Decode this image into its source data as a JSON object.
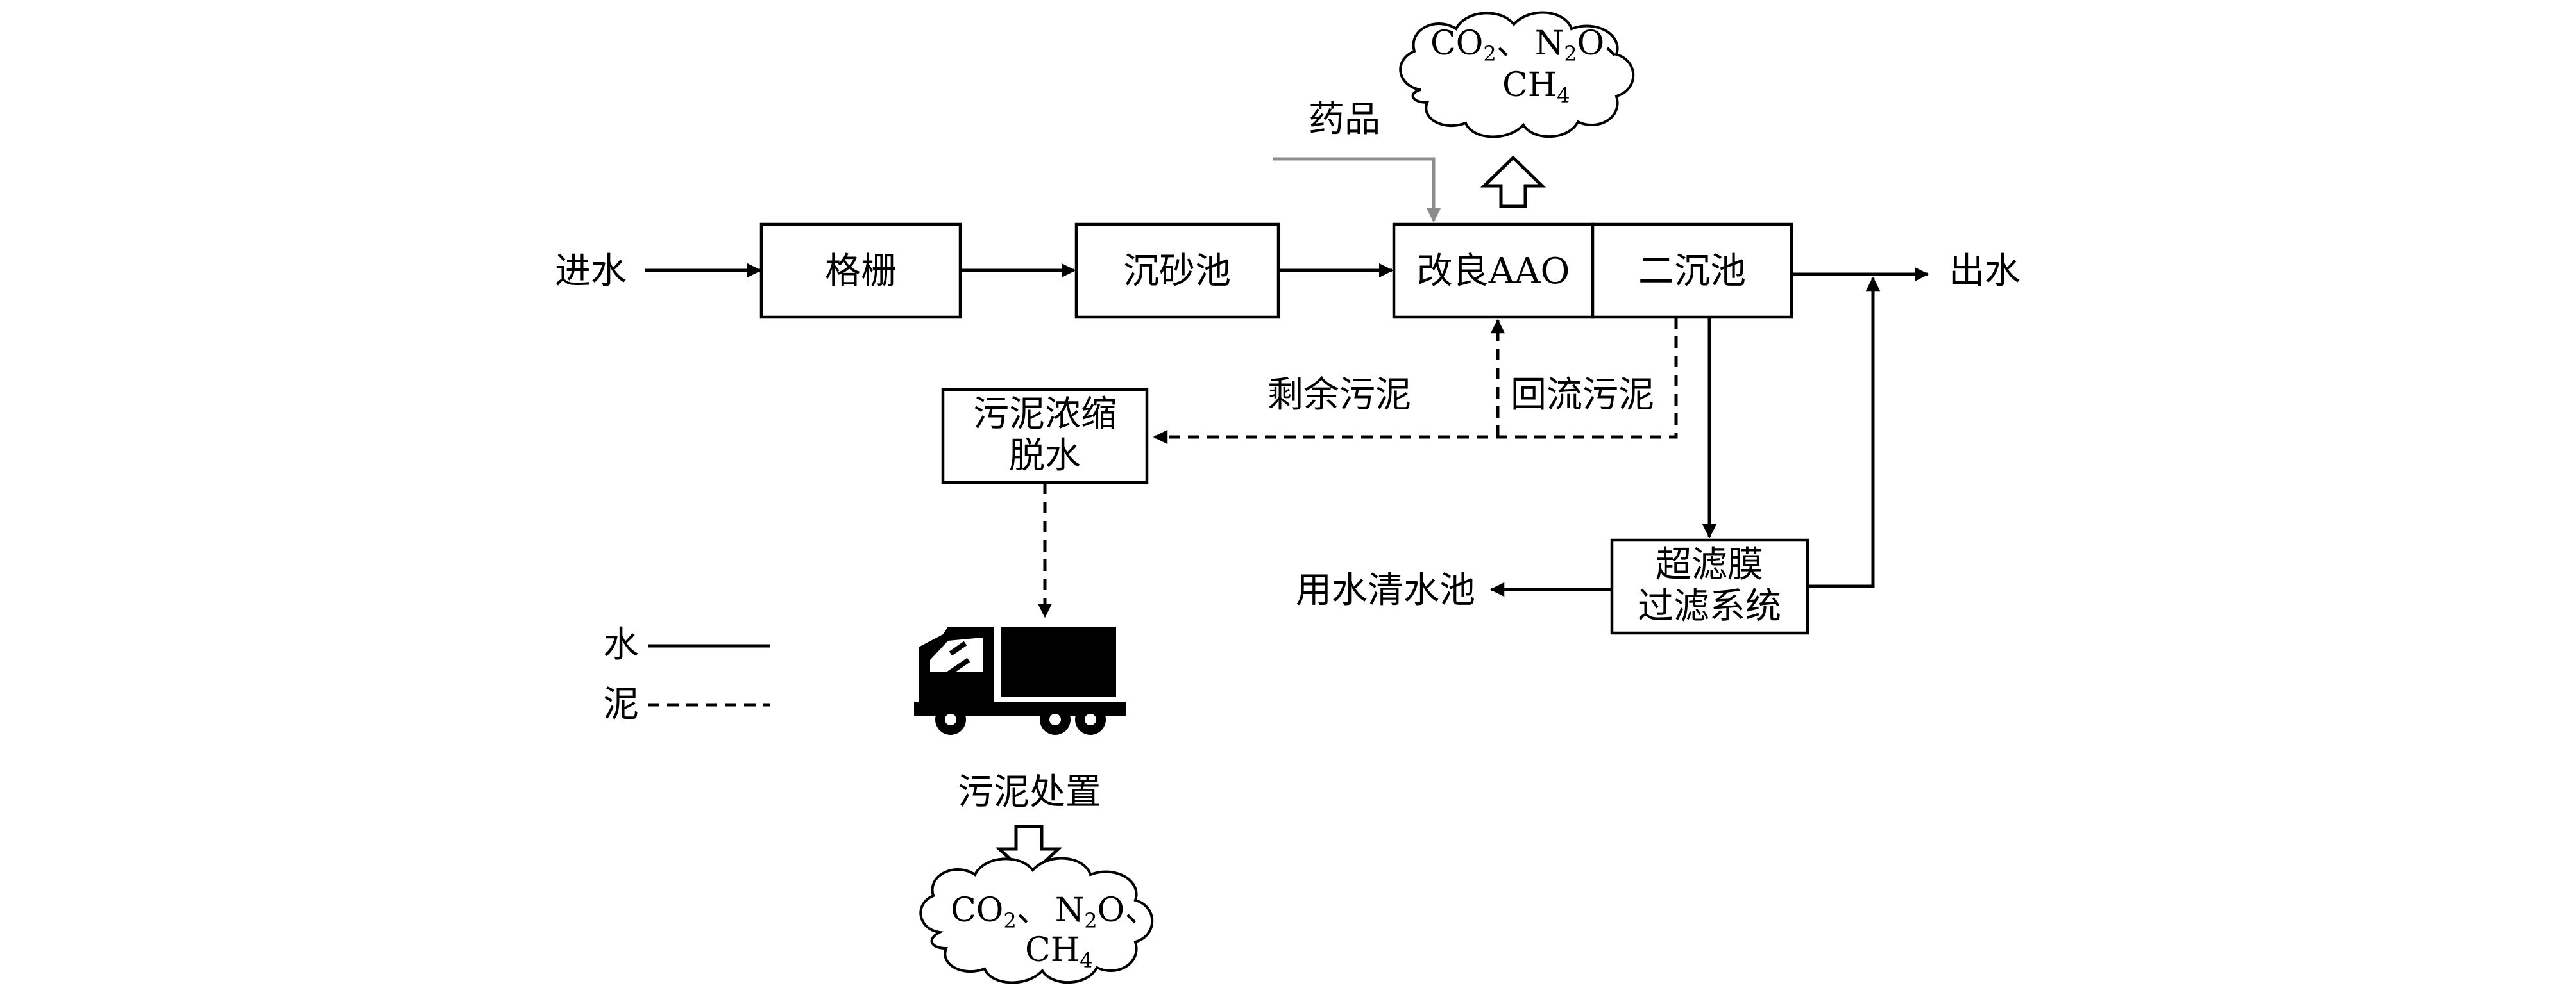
{
  "inlet": "进水",
  "outlet": "出水",
  "boxes": {
    "screen": "格栅",
    "grit": "沉砂池",
    "aao": "改良AAO",
    "secondary": "二沉池",
    "thicken_line1": "污泥浓缩",
    "thicken_line2": "脱水",
    "uf_line1": "超滤膜",
    "uf_line2": "过滤系统"
  },
  "labels": {
    "chemicals": "药品",
    "excess_sludge": "剩余污泥",
    "return_sludge": "回流污泥",
    "reuse_pool": "用水清水池",
    "sludge_disposal": "污泥处置"
  },
  "legend": {
    "water": "水",
    "sludge": "泥"
  },
  "gas_top": {
    "co2_main": "CO",
    "co2_sub": "2",
    "sep1": "、",
    "n2o_n": "N",
    "n2o_sub": "2",
    "n2o_o": "O",
    "sep2": "、",
    "ch4_main": "CH",
    "ch4_sub": "4"
  },
  "gas_bottom": {
    "co2_main": "CO",
    "co2_sub": "2",
    "sep1": "、",
    "n2o_n": "N",
    "n2o_sub": "2",
    "n2o_o": "O",
    "sep2": "、",
    "ch4_main": "CH",
    "ch4_sub": "4"
  },
  "colors": {
    "line": "#000000",
    "dosing_line": "#8c8c8c",
    "background": "#ffffff"
  }
}
